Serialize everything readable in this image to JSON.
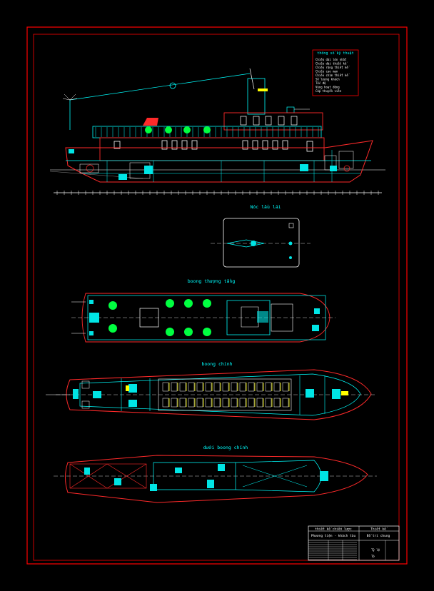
{
  "views": {
    "top_view": "Nóc lầu lái",
    "upper_deck": "boong thượng tầng",
    "main_deck": "boong chính",
    "below_main_deck": "dưới boong chính"
  },
  "specs": {
    "title": "thông số kỹ thuật",
    "rows": [
      "Chiều dài lớn nhất",
      "Chiều dài thiết kế",
      "Chiều rộng thiết kế",
      "Chiều cao mạn",
      "Chiều chìm thiết kế",
      "Số lượng khách",
      "Tốc độ",
      "Vùng hoạt động",
      "Cấp thuyền viên"
    ]
  },
  "title_block": {
    "header": "thiết kế chiến lược",
    "project": "Phương tiện - khách tàu",
    "drawing": "Bố trí chung",
    "company": "Thiết kế",
    "scale_label": "Tỷ lệ",
    "sheet_label": "Tờ"
  },
  "colors": {
    "border": "#ff0000",
    "hull": "#ff2a2a",
    "structure": "#00ffff",
    "fill": "#00e5e5",
    "seats": "#00ff40",
    "yellow": "#ffff00",
    "white": "#ffffff"
  }
}
